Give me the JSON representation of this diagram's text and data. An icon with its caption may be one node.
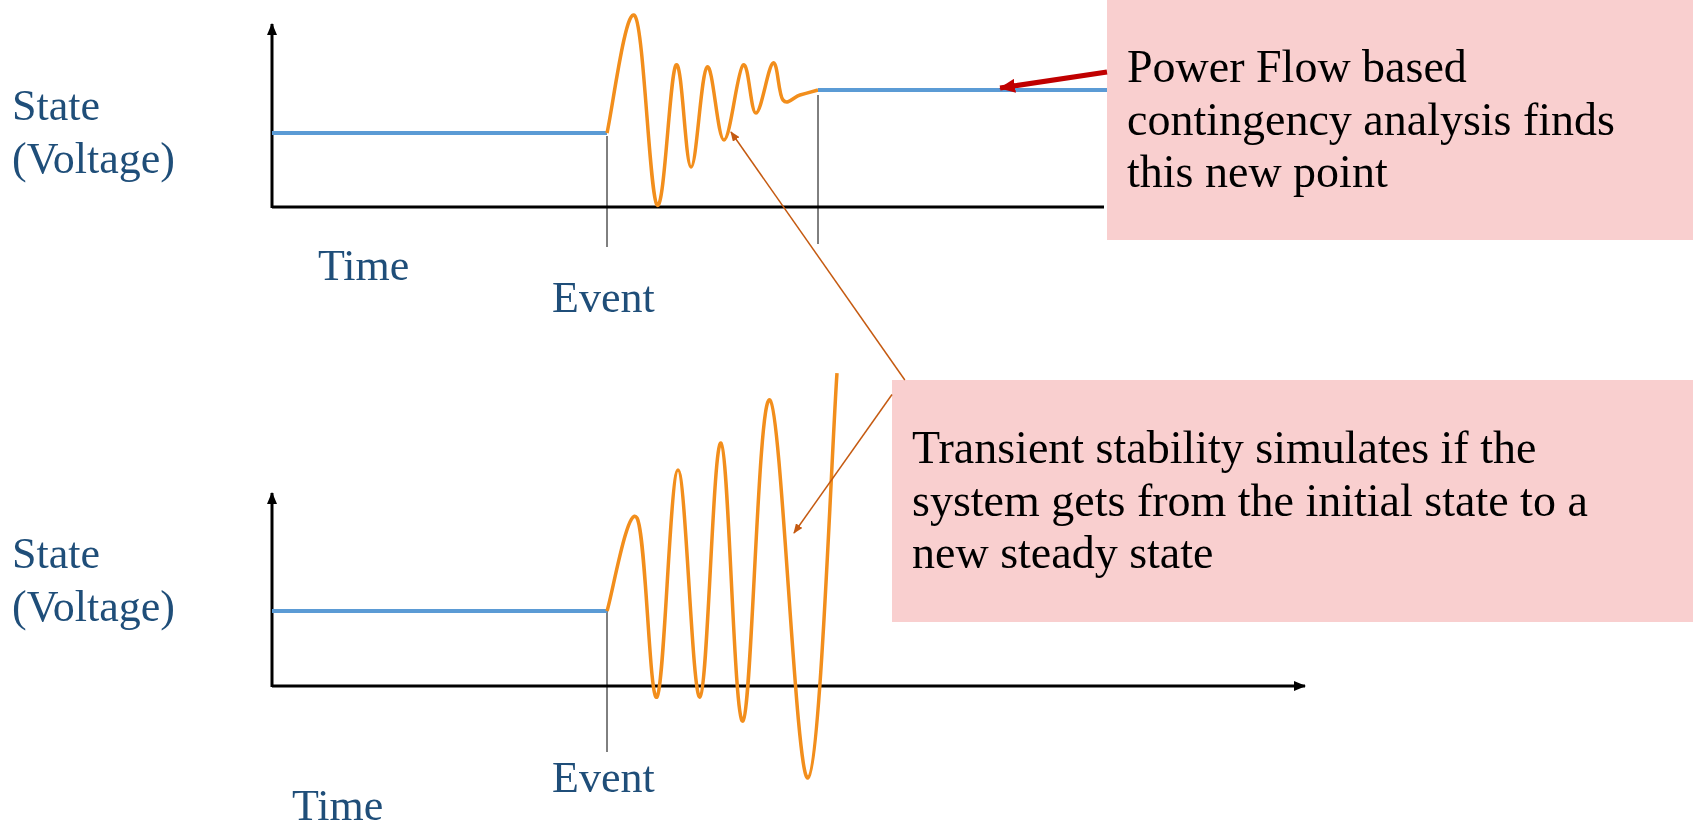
{
  "diagram": {
    "nodes": [
      {
        "text": [
          "Power Flow based contingency analysis finds this new point"
        ]
      },
      {
        "text": [
          "Transient stability simulates if the system gets from the initial state to a new steady state"
        ]
      },
      {
        "text": [],
        "shape": "bar"
      },
      {
        "text": [],
        "shape": "wave"
      },
      {
        "text": [],
        "shape": "wave"
      }
    ],
    "edges": [
      {
        "from": 0,
        "to": 2,
        "arrow": "to",
        "style": "thick",
        "color": "#c00000"
      },
      {
        "from": 1,
        "to": 3,
        "arrow": "to"
      },
      {
        "from": 1,
        "to": 4,
        "arrow": "to"
      }
    ],
    "labels": [
      "State (Voltage)",
      "Time",
      "Event",
      "State (Voltage)",
      "Event",
      "Time"
    ]
  }
}
